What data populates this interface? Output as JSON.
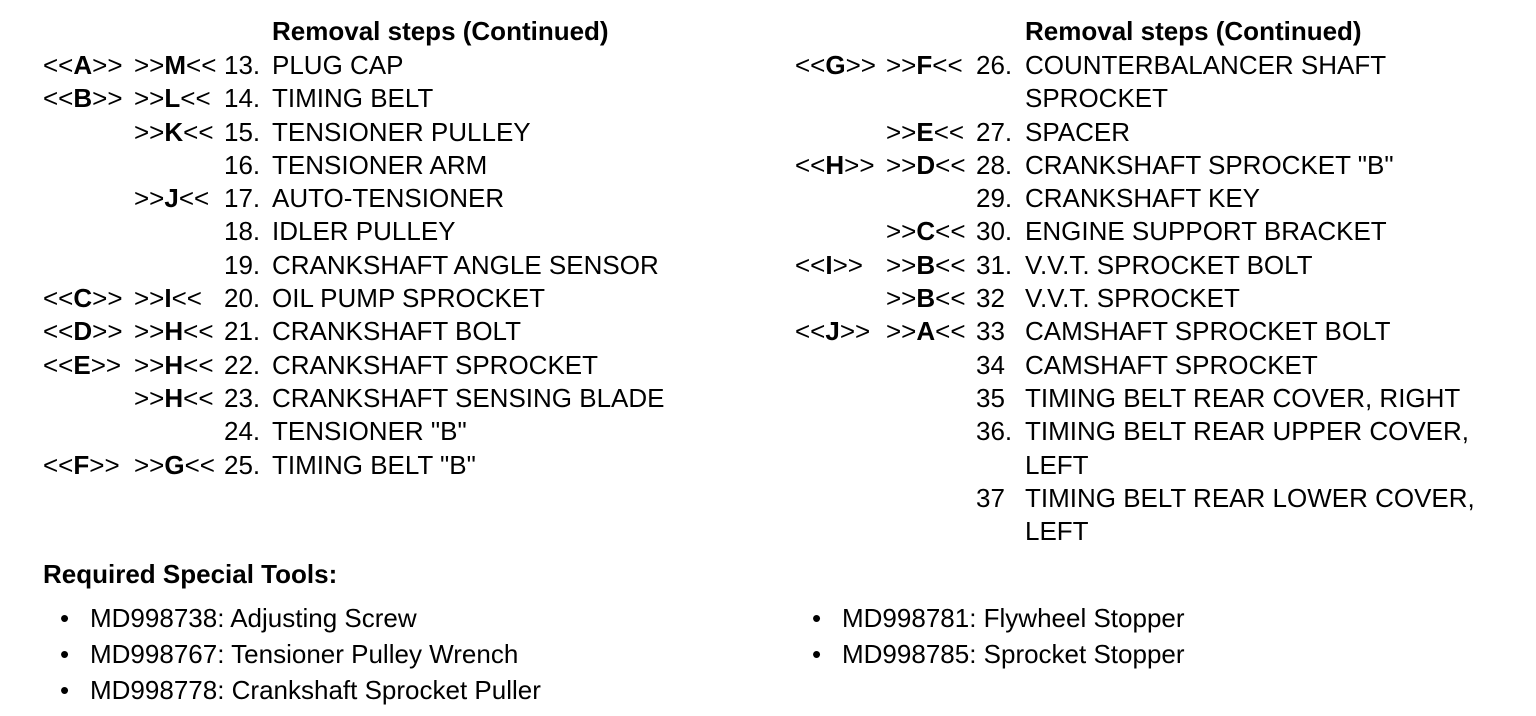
{
  "left_section": {
    "heading": "Removal steps (Continued)",
    "rows": [
      {
        "ref1_pre": "<<",
        "ref1_letter": "A",
        "ref1_post": ">>",
        "ref2_pre": ">>",
        "ref2_letter": "M",
        "ref2_post": "<<",
        "num": "13.",
        "text": "PLUG CAP"
      },
      {
        "ref1_pre": "<<",
        "ref1_letter": "B",
        "ref1_post": ">>",
        "ref2_pre": ">>",
        "ref2_letter": "L",
        "ref2_post": "<<",
        "num": "14.",
        "text": "TIMING BELT"
      },
      {
        "ref1_pre": "",
        "ref1_letter": "",
        "ref1_post": "",
        "ref2_pre": ">>",
        "ref2_letter": "K",
        "ref2_post": "<<",
        "num": "15.",
        "text": "TENSIONER PULLEY"
      },
      {
        "ref1_pre": "",
        "ref1_letter": "",
        "ref1_post": "",
        "ref2_pre": "",
        "ref2_letter": "",
        "ref2_post": "",
        "num": "16.",
        "text": "TENSIONER ARM"
      },
      {
        "ref1_pre": "",
        "ref1_letter": "",
        "ref1_post": "",
        "ref2_pre": ">>",
        "ref2_letter": "J",
        "ref2_post": "<<",
        "num": "17.",
        "text": "AUTO-TENSIONER"
      },
      {
        "ref1_pre": "",
        "ref1_letter": "",
        "ref1_post": "",
        "ref2_pre": "",
        "ref2_letter": "",
        "ref2_post": "",
        "num": "18.",
        "text": "IDLER PULLEY"
      },
      {
        "ref1_pre": "",
        "ref1_letter": "",
        "ref1_post": "",
        "ref2_pre": "",
        "ref2_letter": "",
        "ref2_post": "",
        "num": "19.",
        "text": "CRANKSHAFT ANGLE SENSOR"
      },
      {
        "ref1_pre": "<<",
        "ref1_letter": "C",
        "ref1_post": ">>",
        "ref2_pre": ">>",
        "ref2_letter": "I",
        "ref2_post": "<<",
        "num": "20.",
        "text": "OIL PUMP SPROCKET"
      },
      {
        "ref1_pre": "<<",
        "ref1_letter": "D",
        "ref1_post": ">>",
        "ref2_pre": ">>",
        "ref2_letter": "H",
        "ref2_post": "<<",
        "num": "21.",
        "text": "CRANKSHAFT BOLT"
      },
      {
        "ref1_pre": "<<",
        "ref1_letter": "E",
        "ref1_post": ">>",
        "ref2_pre": ">>",
        "ref2_letter": "H",
        "ref2_post": "<<",
        "num": "22.",
        "text": "CRANKSHAFT SPROCKET"
      },
      {
        "ref1_pre": "",
        "ref1_letter": "",
        "ref1_post": "",
        "ref2_pre": ">>",
        "ref2_letter": "H",
        "ref2_post": "<<",
        "num": "23.",
        "text": "CRANKSHAFT SENSING BLADE"
      },
      {
        "ref1_pre": "",
        "ref1_letter": "",
        "ref1_post": "",
        "ref2_pre": "",
        "ref2_letter": "",
        "ref2_post": "",
        "num": "24.",
        "text": "TENSIONER \"B\""
      },
      {
        "ref1_pre": "<<",
        "ref1_letter": "F",
        "ref1_post": ">>",
        "ref2_pre": ">>",
        "ref2_letter": "G",
        "ref2_post": "<<",
        "num": "25.",
        "text": "TIMING BELT \"B\""
      }
    ]
  },
  "right_section": {
    "heading": "Removal steps (Continued)",
    "rows": [
      {
        "ref1_pre": "<<",
        "ref1_letter": "G",
        "ref1_post": ">>",
        "ref2_pre": ">>",
        "ref2_letter": "F",
        "ref2_post": "<<",
        "num": "26.",
        "text": "COUNTERBALANCER SHAFT"
      },
      {
        "ref1_pre": "",
        "ref1_letter": "",
        "ref1_post": "",
        "ref2_pre": "",
        "ref2_letter": "",
        "ref2_post": "",
        "num": "",
        "text": "SPROCKET"
      },
      {
        "ref1_pre": "",
        "ref1_letter": "",
        "ref1_post": "",
        "ref2_pre": ">>",
        "ref2_letter": "E",
        "ref2_post": "<<",
        "num": "27.",
        "text": "SPACER"
      },
      {
        "ref1_pre": "<<",
        "ref1_letter": "H",
        "ref1_post": ">>",
        "ref2_pre": ">>",
        "ref2_letter": "D",
        "ref2_post": "<<",
        "num": "28.",
        "text": "CRANKSHAFT SPROCKET \"B\""
      },
      {
        "ref1_pre": "",
        "ref1_letter": "",
        "ref1_post": "",
        "ref2_pre": "",
        "ref2_letter": "",
        "ref2_post": "",
        "num": "29.",
        "text": "CRANKSHAFT KEY"
      },
      {
        "ref1_pre": "",
        "ref1_letter": "",
        "ref1_post": "",
        "ref2_pre": ">>",
        "ref2_letter": "C",
        "ref2_post": "<<",
        "num": "30.",
        "text": "ENGINE SUPPORT BRACKET"
      },
      {
        "ref1_pre": "<<",
        "ref1_letter": "I",
        "ref1_post": ">>",
        "ref2_pre": ">>",
        "ref2_letter": "B",
        "ref2_post": "<<",
        "num": "31.",
        "text": "V.V.T. SPROCKET BOLT"
      },
      {
        "ref1_pre": "",
        "ref1_letter": "",
        "ref1_post": "",
        "ref2_pre": ">>",
        "ref2_letter": "B",
        "ref2_post": "<<",
        "num": "32",
        "text": "V.V.T. SPROCKET"
      },
      {
        "ref1_pre": "<<",
        "ref1_letter": "J",
        "ref1_post": ">>",
        "ref2_pre": ">>",
        "ref2_letter": "A",
        "ref2_post": "<<",
        "num": "33",
        "text": "CAMSHAFT SPROCKET BOLT"
      },
      {
        "ref1_pre": "",
        "ref1_letter": "",
        "ref1_post": "",
        "ref2_pre": "",
        "ref2_letter": "",
        "ref2_post": "",
        "num": "34",
        "text": "CAMSHAFT SPROCKET"
      },
      {
        "ref1_pre": "",
        "ref1_letter": "",
        "ref1_post": "",
        "ref2_pre": "",
        "ref2_letter": "",
        "ref2_post": "",
        "num": "35",
        "text": "TIMING BELT REAR COVER, RIGHT"
      },
      {
        "ref1_pre": "",
        "ref1_letter": "",
        "ref1_post": "",
        "ref2_pre": "",
        "ref2_letter": "",
        "ref2_post": "",
        "num": "36.",
        "text": "TIMING BELT REAR UPPER COVER,"
      },
      {
        "ref1_pre": "",
        "ref1_letter": "",
        "ref1_post": "",
        "ref2_pre": "",
        "ref2_letter": "",
        "ref2_post": "",
        "num": "",
        "text": "LEFT"
      },
      {
        "ref1_pre": "",
        "ref1_letter": "",
        "ref1_post": "",
        "ref2_pre": "",
        "ref2_letter": "",
        "ref2_post": "",
        "num": "37",
        "text": "TIMING BELT REAR LOWER COVER,"
      },
      {
        "ref1_pre": "",
        "ref1_letter": "",
        "ref1_post": "",
        "ref2_pre": "",
        "ref2_letter": "",
        "ref2_post": "",
        "num": "",
        "text": "LEFT"
      }
    ]
  },
  "tools": {
    "title": "Required Special Tools:",
    "bullet": "•",
    "left": [
      "MD998738: Adjusting Screw",
      "MD998767: Tensioner Pulley Wrench",
      "MD998778: Crankshaft Sprocket Puller"
    ],
    "right": [
      "MD998781: Flywheel Stopper",
      "MD998785: Sprocket Stopper"
    ]
  }
}
